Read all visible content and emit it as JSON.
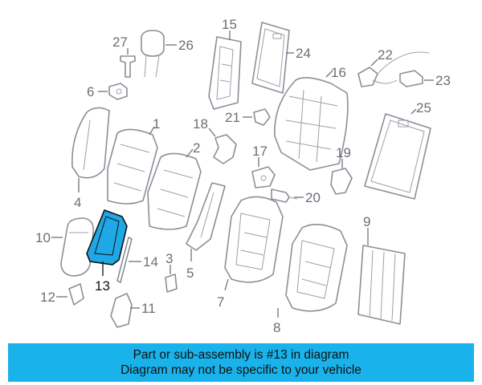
{
  "diagram": {
    "highlighted_part": "13",
    "callouts": [
      "1",
      "2",
      "3",
      "4",
      "5",
      "6",
      "7",
      "8",
      "9",
      "10",
      "11",
      "12",
      "13",
      "14",
      "15",
      "16",
      "17",
      "18",
      "19",
      "20",
      "21",
      "22",
      "23",
      "24",
      "25",
      "26",
      "27"
    ]
  },
  "banner": {
    "line1": "Part or sub-assembly is #13 in diagram",
    "line2": "Diagram may not be specific to your vehicle"
  },
  "colors": {
    "banner_bg": "#1ab2ea",
    "highlight": "#1ea8e6",
    "line": "#8a8f98"
  }
}
